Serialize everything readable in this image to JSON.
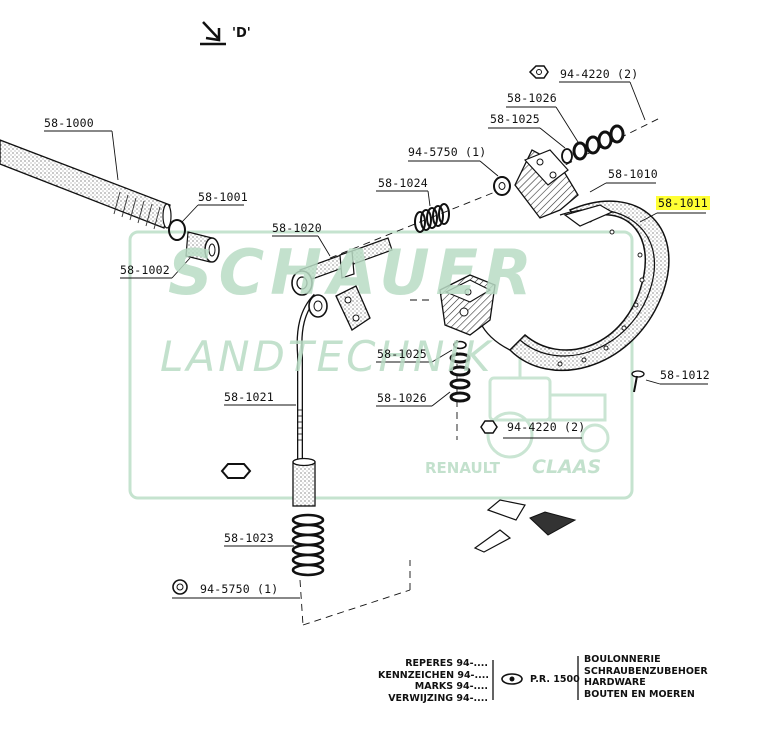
{
  "view_marker": "'D'",
  "parts": [
    {
      "id": "58-1000"
    },
    {
      "id": "58-1001"
    },
    {
      "id": "58-1002"
    },
    {
      "id": "58-1020"
    },
    {
      "id": "58-1021"
    },
    {
      "id": "58-1023"
    },
    {
      "id": "58-1024"
    },
    {
      "id": "58-1025"
    },
    {
      "id": "58-1026"
    },
    {
      "id": "58-1010"
    },
    {
      "id": "58-1011",
      "highlighted": true
    },
    {
      "id": "58-1012"
    }
  ],
  "labels": {
    "p1000": "58-1000",
    "p1001": "58-1001",
    "p1002": "58-1002",
    "p1020": "58-1020",
    "p1021": "58-1021",
    "p1023": "58-1023",
    "p1024": "58-1024",
    "p1025a": "58-1025",
    "p1026a": "58-1026",
    "p1025b": "58-1025",
    "p1026b": "58-1026",
    "p1010": "58-1010",
    "p1011": "58-1011",
    "p1012": "58-1012",
    "hw4220a": "94-4220 (2)",
    "hw5750a": "94-5750 (1)",
    "hw4220b": "94-4220 (2)",
    "hw5750b": "94-5750 (1)"
  },
  "watermark": {
    "line1": "SCHAUER",
    "line2": "LANDTECHNIK",
    "brand1": "RENAULT",
    "brand2": "CLAAS"
  },
  "legend": {
    "left": [
      "REPERES 94-....",
      "KENNZEICHEN 94-....",
      "MARKS 94-....",
      "VERWIJZING 94-...."
    ],
    "ref": "P.R. 1500",
    "right": [
      "BOULONNERIE",
      "SCHRAUBENZUBEHOER",
      "HARDWARE",
      "BOUTEN EN MOEREN"
    ]
  },
  "colors": {
    "highlight": "#ffff33",
    "watermark": "#b9dcc5",
    "ink": "#111111"
  }
}
